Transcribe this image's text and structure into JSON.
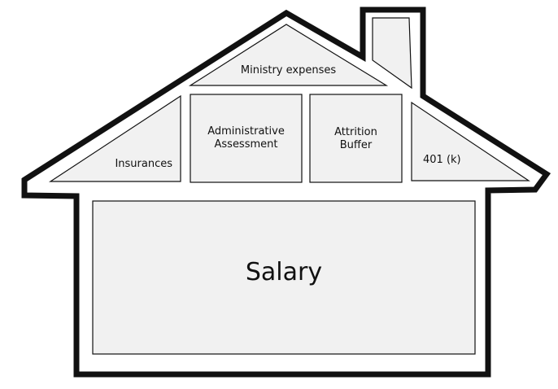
{
  "diagram": {
    "type": "house-budget-diagram",
    "colors": {
      "outline": "#111111",
      "box_fill": "#f1f1f1",
      "box_stroke": "#111111",
      "background": "#ffffff"
    },
    "roof": {
      "top": {
        "label": "Ministry expenses"
      },
      "left": {
        "label": "Insurances"
      },
      "center_left": {
        "line1": "Administrative",
        "line2": "Assessment"
      },
      "center_right": {
        "line1": "Attrition",
        "line2": "Buffer"
      },
      "right": {
        "label": "401 (k)"
      }
    },
    "body": {
      "foundation": {
        "label": "Salary"
      }
    }
  }
}
